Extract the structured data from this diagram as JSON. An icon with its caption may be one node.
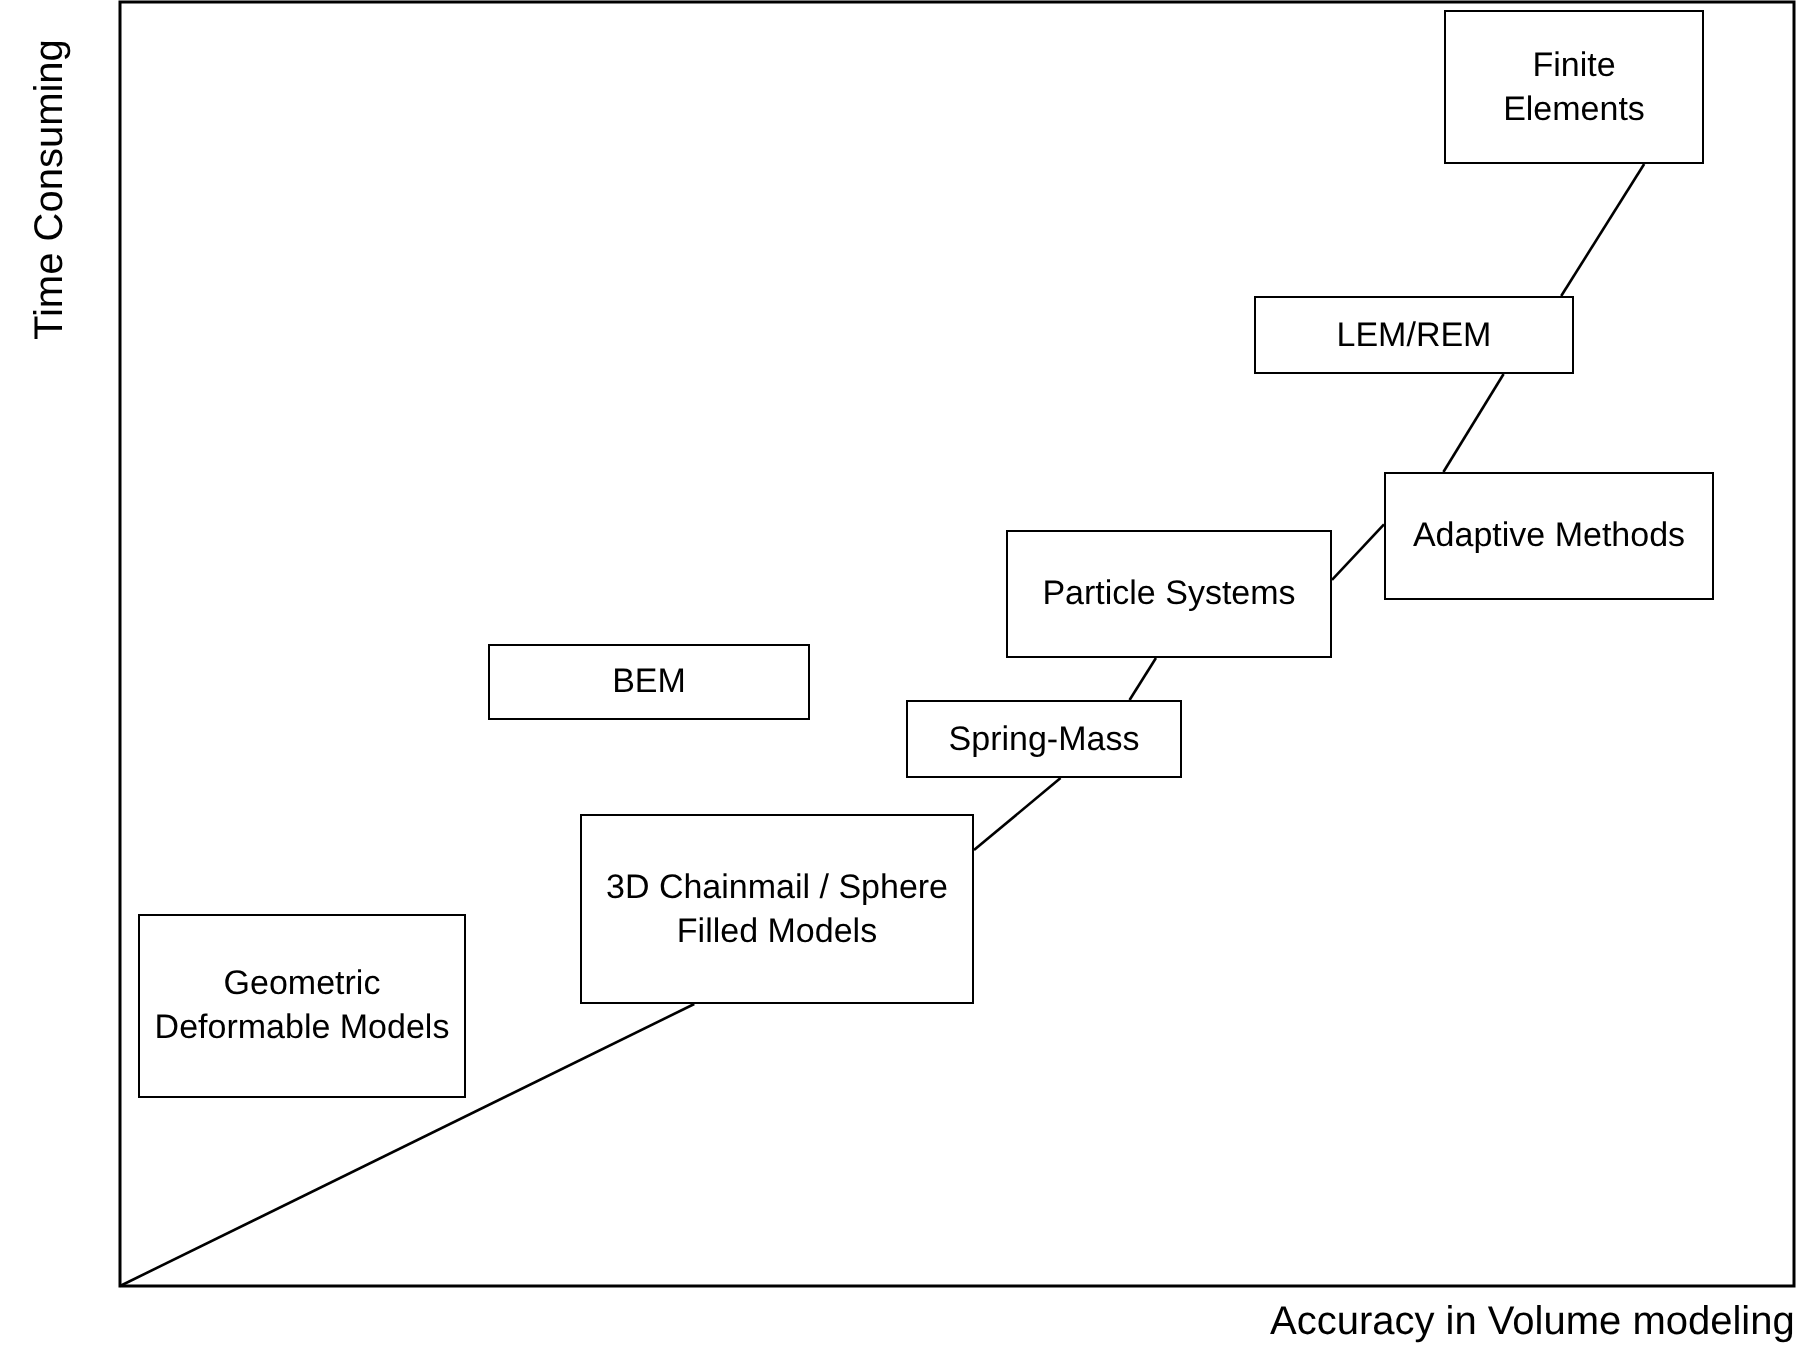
{
  "diagram": {
    "nodes": [
      {
        "text": [
          "Finite Elements"
        ]
      },
      {
        "text": [
          "LEM/REM"
        ]
      },
      {
        "text": [
          "Adaptive Methods"
        ]
      },
      {
        "text": [
          "Particle Systems"
        ]
      },
      {
        "text": [
          "BEM"
        ]
      },
      {
        "text": [
          "Spring-Mass"
        ]
      },
      {
        "text": [
          "3D Chainmail / Sphere Filled Models"
        ]
      },
      {
        "text": [
          "Geometric Deformable Models"
        ]
      }
    ],
    "edges": [
      {
        "from": null,
        "to": 6,
        "arrow": "none"
      },
      {
        "from": 6,
        "to": 5,
        "arrow": "none"
      },
      {
        "from": 5,
        "to": 3,
        "arrow": "none"
      },
      {
        "from": 3,
        "to": 2,
        "arrow": "none"
      },
      {
        "from": 2,
        "to": 1,
        "arrow": "none"
      },
      {
        "from": 1,
        "to": 0,
        "arrow": "none"
      }
    ],
    "labels": [
      "Time Consuming",
      "Accuracy in Volume modeling"
    ]
  }
}
